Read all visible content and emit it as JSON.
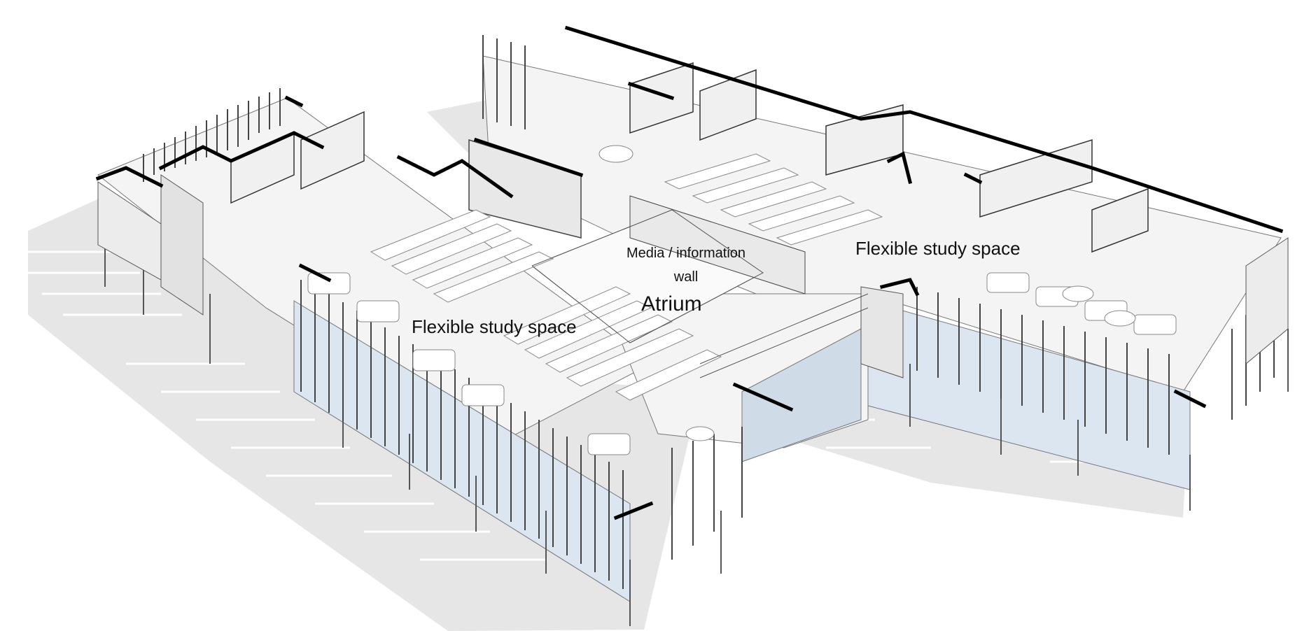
{
  "labels": {
    "study_left": "Flexible study space",
    "study_right": "Flexible study space",
    "media_line1": "Media / information",
    "media_line2": "wall",
    "atrium": "Atrium"
  },
  "colors": {
    "background": "#ffffff",
    "shadow": "#e6e6e6",
    "floor": "#f4f4f4",
    "wall_fill": "#ebebeb",
    "glass": "#dbe6f0",
    "cut_line": "#000000",
    "thin_line": "#555555"
  }
}
